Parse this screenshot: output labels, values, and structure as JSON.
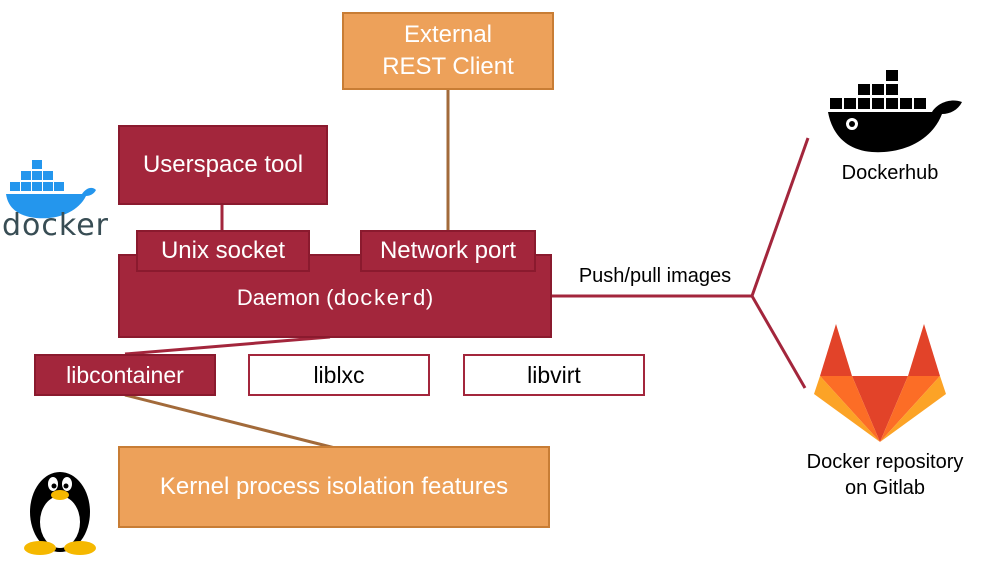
{
  "external_client": {
    "line1": "External",
    "line2": "REST Client"
  },
  "userspace_tool": "Userspace tool",
  "unix_socket": "Unix socket",
  "network_port": "Network port",
  "daemon": {
    "prefix": "Daemon (",
    "code": "dockerd",
    "suffix": ")"
  },
  "libcontainer": "libcontainer",
  "liblxc": "liblxc",
  "libvirt": "libvirt",
  "kernel": "Kernel process isolation features",
  "push_pull": "Push/pull images",
  "dockerhub": "Dockerhub",
  "gitlab": {
    "line1": "Docker repository",
    "line2": "on Gitlab"
  },
  "docker_logo_text": "docker",
  "colors": {
    "red": "#a3263c",
    "orange": "#eda15a",
    "line_brown": "#a26a3a",
    "docker_blue": "#2496ed"
  }
}
